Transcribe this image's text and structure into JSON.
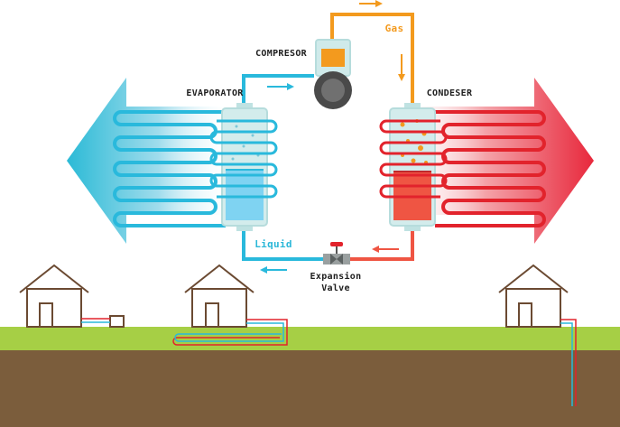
{
  "labels": {
    "compressor": "COMPRESOR",
    "evaporator": "EVAPORATOR",
    "condenser": "CONDESER",
    "gas": "Gas",
    "liquid": "Liquid",
    "valve_line1": "Expansion",
    "valve_line2": "Valve"
  },
  "colors": {
    "cold": "#29b9dc",
    "cold_fill": "#7fd3f2",
    "hot": "#e2232c",
    "hot_fill": "#ef5543",
    "gas": "#f39a1e",
    "tank": "#cfeaea",
    "grass": "#a6cf45",
    "soil": "#7b5d3c",
    "house_line": "#6b4a32"
  }
}
